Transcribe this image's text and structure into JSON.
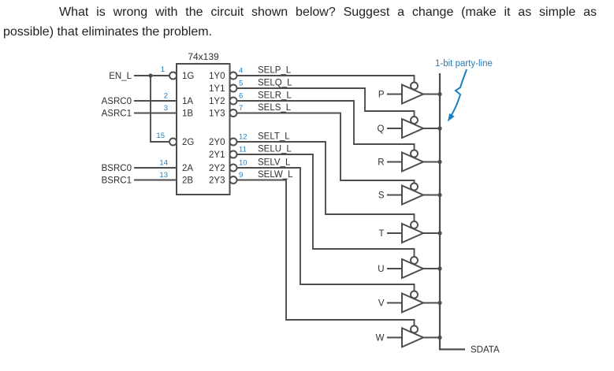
{
  "question": {
    "line1": "What is wrong with the circuit shown below?  Suggest a change (make it as simple as",
    "line2": "possible) that eliminates the problem."
  },
  "chip": {
    "part": "74x139",
    "left_ports": [
      {
        "pin": "1",
        "name": "1G"
      },
      {
        "pin": "2",
        "name": "1A"
      },
      {
        "pin": "3",
        "name": "1B"
      },
      {
        "pin": "15",
        "name": "2G"
      },
      {
        "pin": "14",
        "name": "2A"
      },
      {
        "pin": "13",
        "name": "2B"
      }
    ],
    "right_ports": [
      {
        "pin": "4",
        "name": "1Y0",
        "signal": "SELP_L"
      },
      {
        "pin": "5",
        "name": "1Y1",
        "signal": "SELQ_L"
      },
      {
        "pin": "6",
        "name": "1Y2",
        "signal": "SELR_L"
      },
      {
        "pin": "7",
        "name": "1Y3",
        "signal": "SELS_L"
      },
      {
        "pin": "12",
        "name": "2Y0",
        "signal": "SELT_L"
      },
      {
        "pin": "11",
        "name": "2Y1",
        "signal": "SELU_L"
      },
      {
        "pin": "10",
        "name": "2Y2",
        "signal": "SELV_L"
      },
      {
        "pin": "9",
        "name": "2Y3",
        "signal": "SELW_L"
      }
    ]
  },
  "input_signals": [
    "EN_L",
    "ASRC0",
    "ASRC1",
    "BSRC0",
    "BSRC1"
  ],
  "buffers": [
    "P",
    "Q",
    "R",
    "S",
    "T",
    "U",
    "V",
    "W"
  ],
  "bus": {
    "label": "1-bit party-line",
    "output": "SDATA"
  },
  "colors": {
    "wire": "#4d4d4d",
    "text": "#2e2e2e",
    "accent_blue": "#1d7dc1"
  }
}
